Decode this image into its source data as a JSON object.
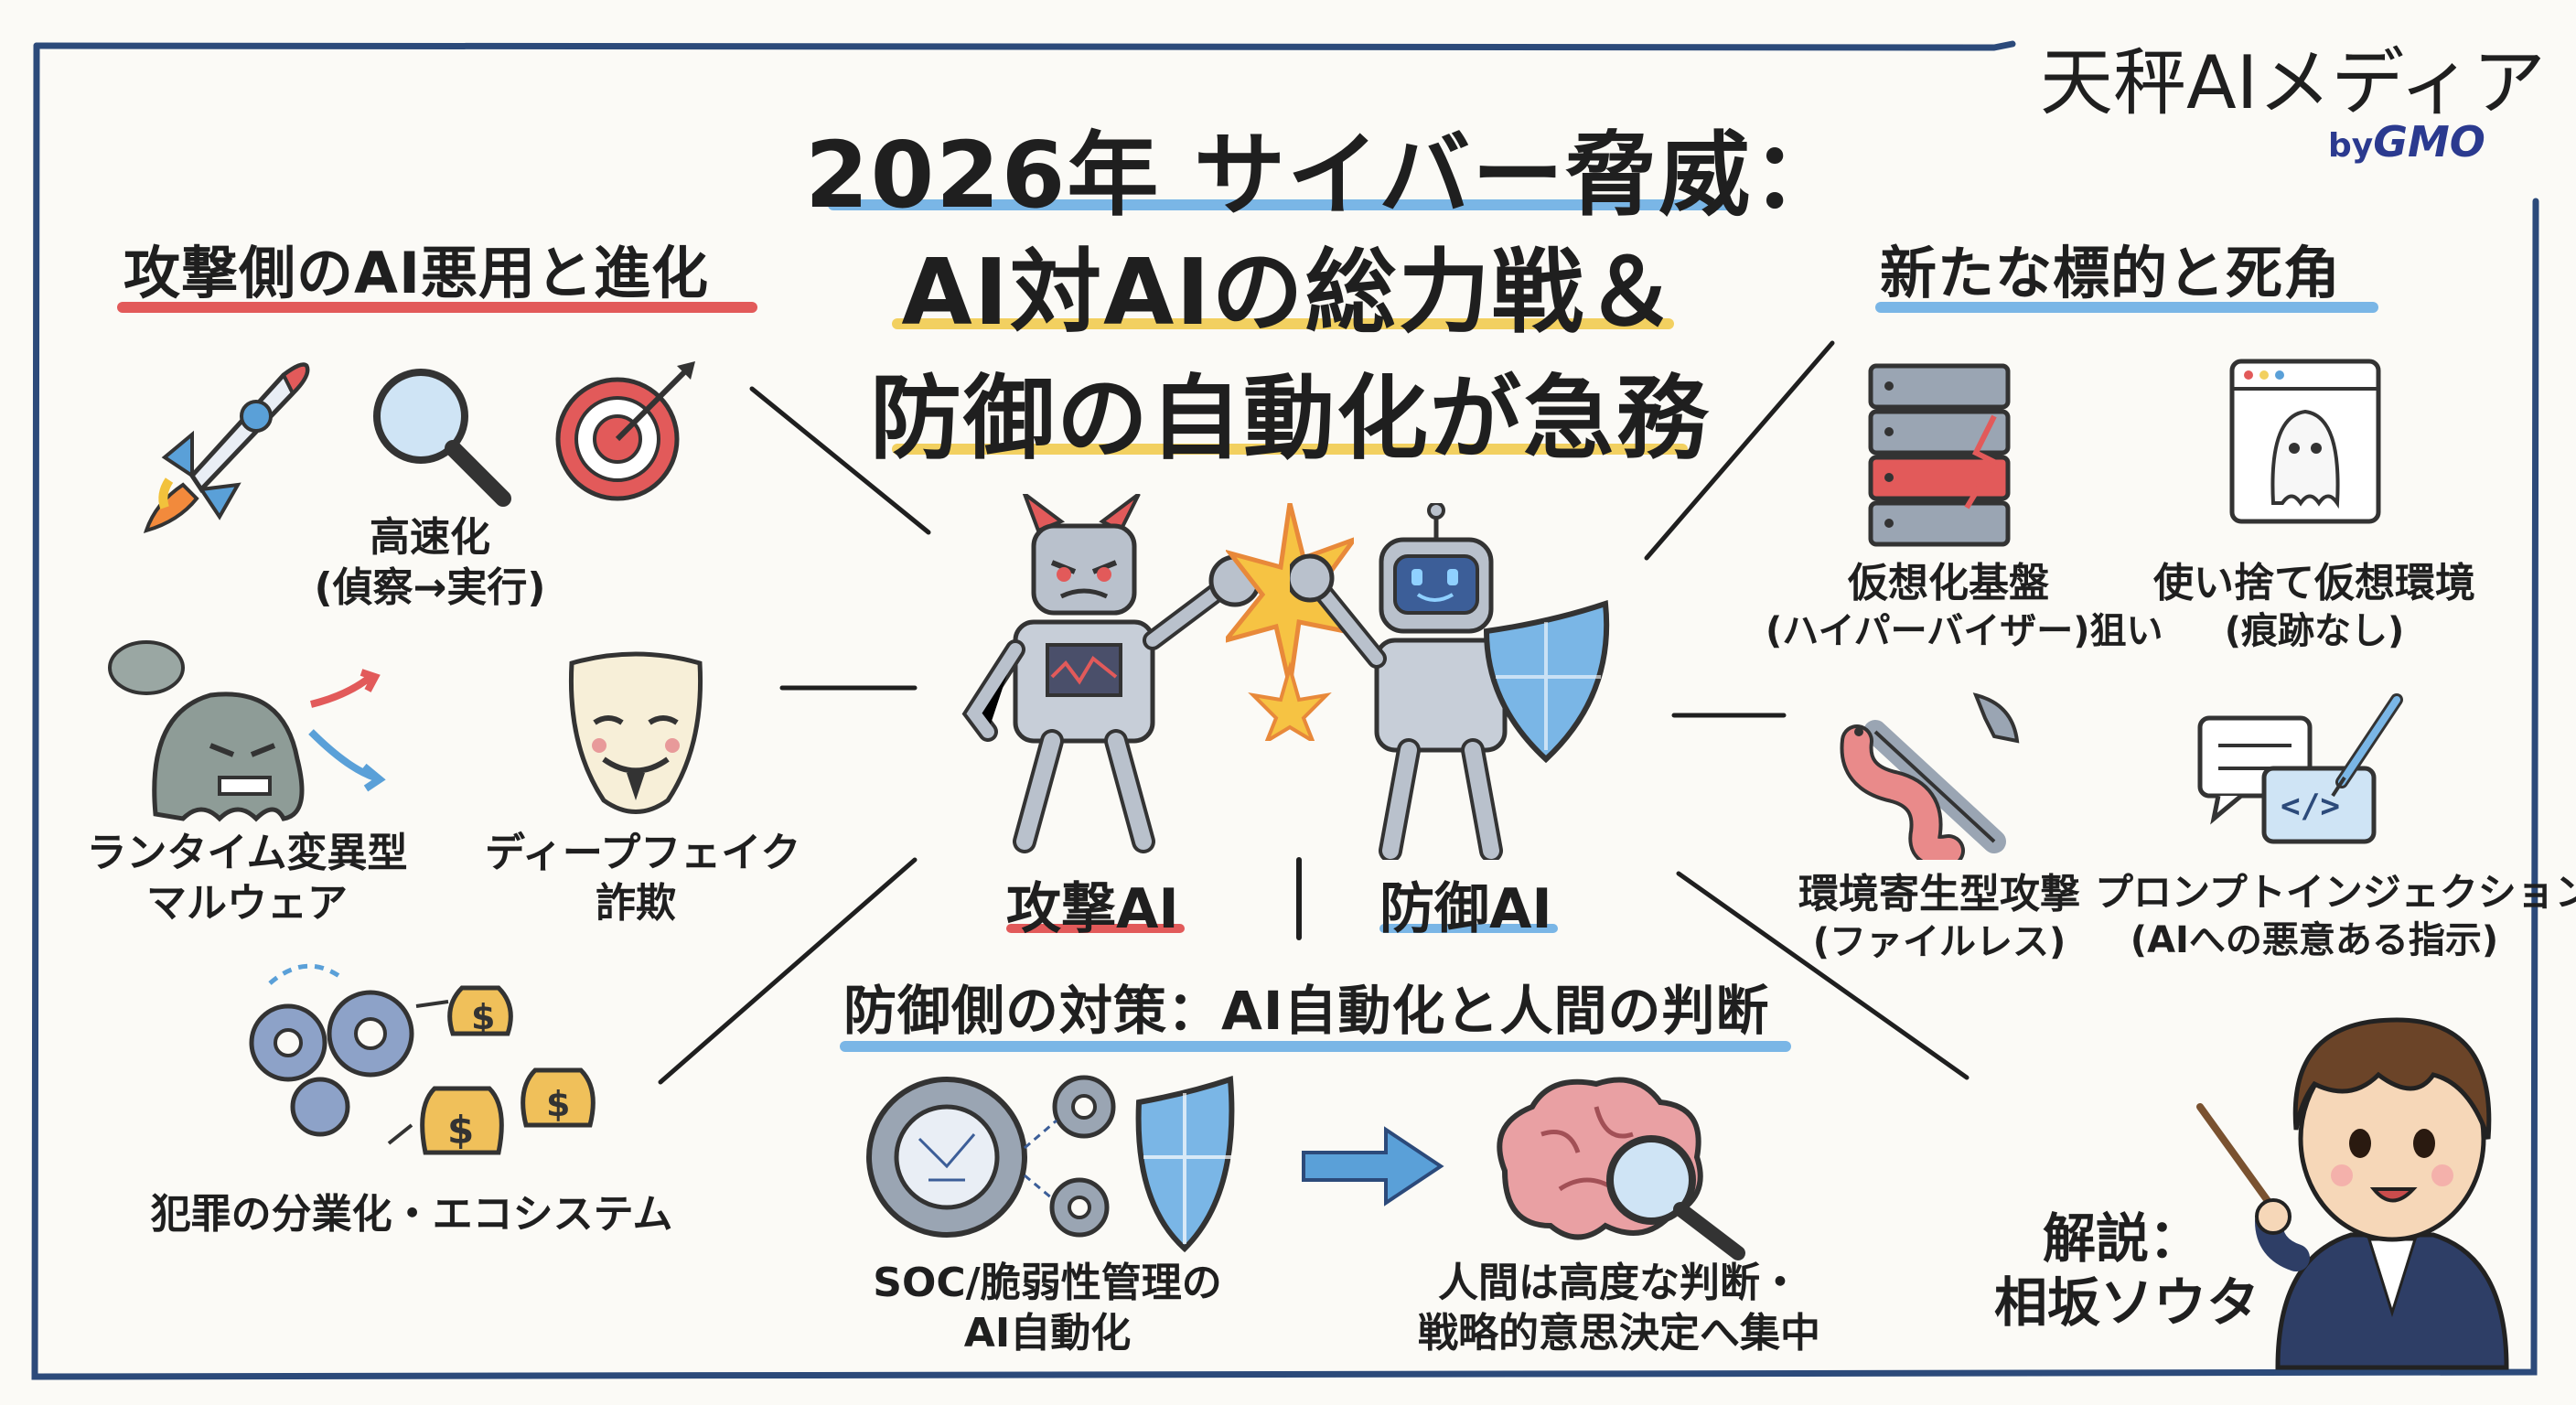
{
  "brand": {
    "name": "天秤AIメディア",
    "by_prefix": "by",
    "by_company": "GMO"
  },
  "title": {
    "line1": "2026年 サイバー脅威：",
    "line2": "AI対AIの総力戦＆",
    "line3": "防御の自動化が急務"
  },
  "sections": {
    "attack": {
      "title": "攻撃側のAI悪用と進化",
      "items": [
        {
          "line1": "高速化",
          "line2": "(偵察→実行)",
          "icons": [
            "rocket-icon",
            "magnifier-icon",
            "target-icon"
          ]
        },
        {
          "line1": "ランタイム変異型",
          "line2": "マルウェア",
          "icon": "ghost-monster-icon"
        },
        {
          "line1": "ディープフェイク",
          "line2": "詐欺",
          "icon": "mask-icon"
        },
        {
          "line1": "犯罪の分業化・エコシステム",
          "icon": "gears-money-icon"
        }
      ]
    },
    "targets": {
      "title": "新たな標的と死角",
      "items": [
        {
          "line1": "仮想化基盤",
          "line2": "(ハイパーバイザー)狙い",
          "icon": "server-stack-icon"
        },
        {
          "line1": "使い捨て仮想環境",
          "line2": "(痕跡なし)",
          "icon": "ghost-window-icon"
        },
        {
          "line1": "環境寄生型攻撃",
          "line2": "(ファイルレス)",
          "icon": "worm-wrench-icon"
        },
        {
          "line1": "プロンプトインジェクション",
          "line2": "(AIへの悪意ある指示)",
          "icon": "syringe-chat-icon"
        }
      ]
    },
    "defense": {
      "title": "防御側の対策：AI自動化と人間の判断",
      "items": [
        {
          "line1": "SOC/脆弱性管理の",
          "line2": "AI自動化",
          "icon": "gears-shield-icon"
        },
        {
          "line1": "人間は高度な判断・",
          "line2": "戦略的意思決定へ集中",
          "icon": "brain-icon"
        }
      ]
    }
  },
  "center": {
    "attack_label": "攻撃AI",
    "defense_label": "防御AI"
  },
  "presenter": {
    "line1": "解説：",
    "line2": "相坂ソウタ"
  },
  "colors": {
    "red_accent": "#e25a5a",
    "blue_accent": "#5aa0d8",
    "yellow_accent": "#f2d060",
    "frame": "#2c4a7a"
  }
}
